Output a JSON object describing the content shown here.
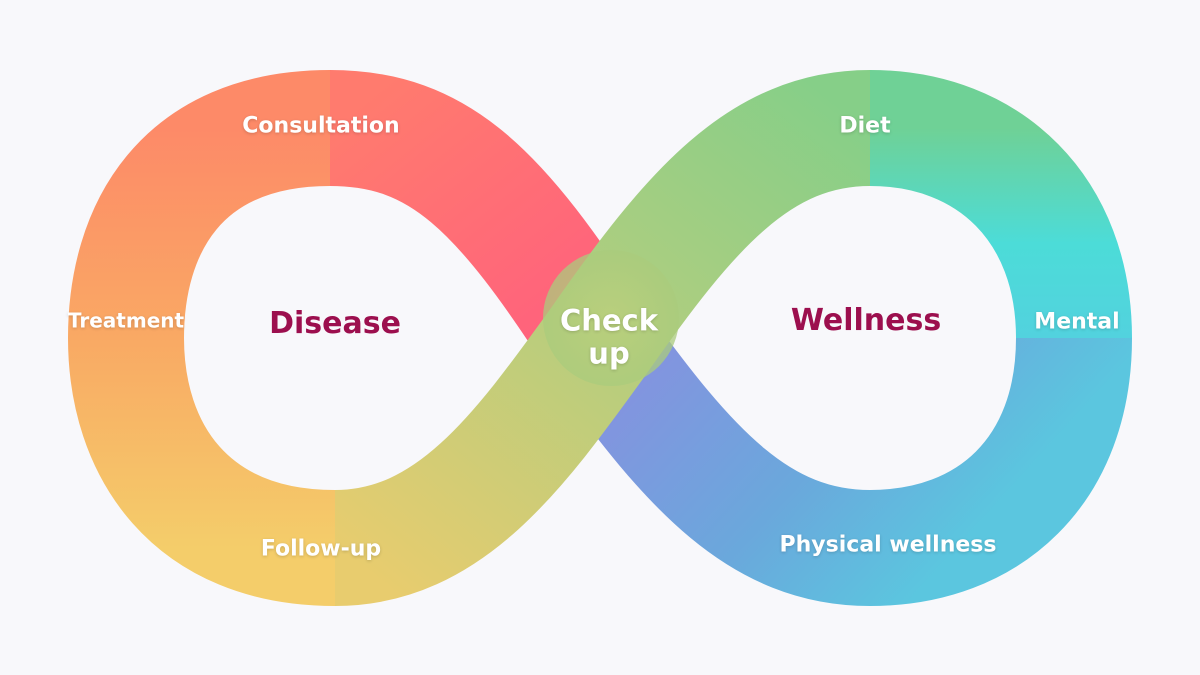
{
  "diagram": {
    "left_loop": {
      "center_label": "Disease",
      "labels": {
        "top": "Consultation",
        "left": "Treatment",
        "bottom": "Follow-up"
      }
    },
    "right_loop": {
      "center_label": "Wellness",
      "labels": {
        "top": "Diet",
        "right": "Mental",
        "bottom": "Physical wellness"
      }
    },
    "crossing_label": {
      "line1": "Check",
      "line2": "up"
    },
    "colors": {
      "background": "#f8f8fb",
      "center_text": "#9c0f4e",
      "label_text": "#ffffff",
      "consultation_red": "#ff6678",
      "treatment_orange": "#fb9a5e",
      "followup_yellow": "#f3c96a",
      "checkup_green": "#b7cd7e",
      "diet_green": "#7dd08c",
      "mental_teal": "#4fdcd6",
      "physical_blue": "#6aa8dc",
      "violet": "#8c92e0"
    }
  }
}
